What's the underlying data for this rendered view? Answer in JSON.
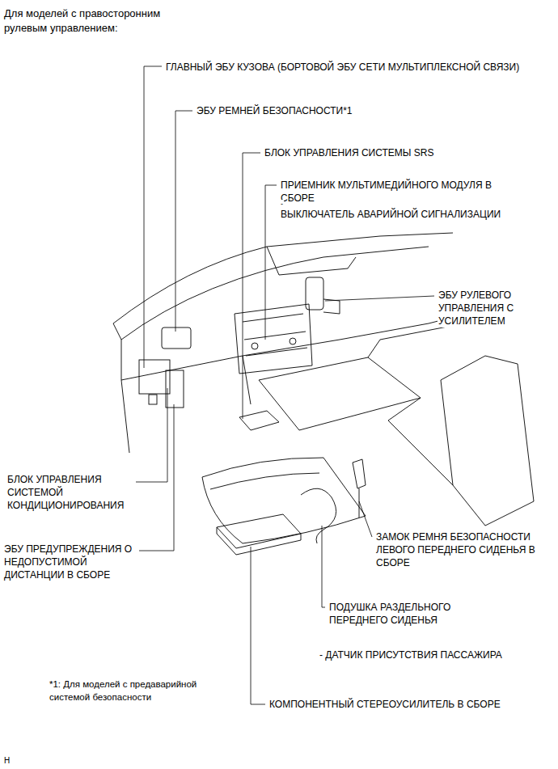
{
  "diagram": {
    "title": "Для моделей с правосторонним рулевым управлением:",
    "labels": [
      "ГЛАВНЫЙ ЭБУ КУЗОВА (БОРТОВОЙ ЭБУ СЕТИ МУЛЬТИПЛЕКСНОЙ СВЯЗИ)",
      "ЭБУ РЕМНЕЙ БЕЗОПАСНОСТИ*1",
      "БЛОК УПРАВЛЕНИЯ СИСТЕМЫ SRS",
      "ПРИЕМНИК МУЛЬТИМЕДИЙНОГО МОДУЛЯ В СБОРЕ",
      "-",
      "ВЫКЛЮЧАТЕЛЬ АВАРИЙНОЙ СИГНАЛИЗАЦИИ",
      "ЭБУ РУЛЕВОГО УПРАВЛЕНИЯ С УСИЛИТЕЛЕМ",
      "БЛОК УПРАВЛЕНИЯ СИСТЕМОЙ КОНДИЦИОНИРОВАНИЯ",
      "ЗАМОК РЕМНЯ БЕЗОПАСНОСТИ ЛЕВОГО ПЕРЕДНЕГО СИДЕНЬЯ В СБОРЕ",
      "ЭБУ ПРЕДУПРЕЖДЕНИЯ О НЕДОПУСТИМОЙ ДИСТАНЦИИ В СБОРЕ",
      "ПОДУШКА РАЗДЕЛЬНОГО ПЕРЕДНЕГО СИДЕНЬЯ",
      "- ДАТЧИК ПРИСУТСТВИЯ ПАССАЖИРА",
      "*1: Для моделей с предаварийной системой безопасности",
      "КОМПОНЕНТНЫЙ СТЕРЕОУСИЛИТЕЛЬ В СБОРЕ",
      "H"
    ]
  }
}
